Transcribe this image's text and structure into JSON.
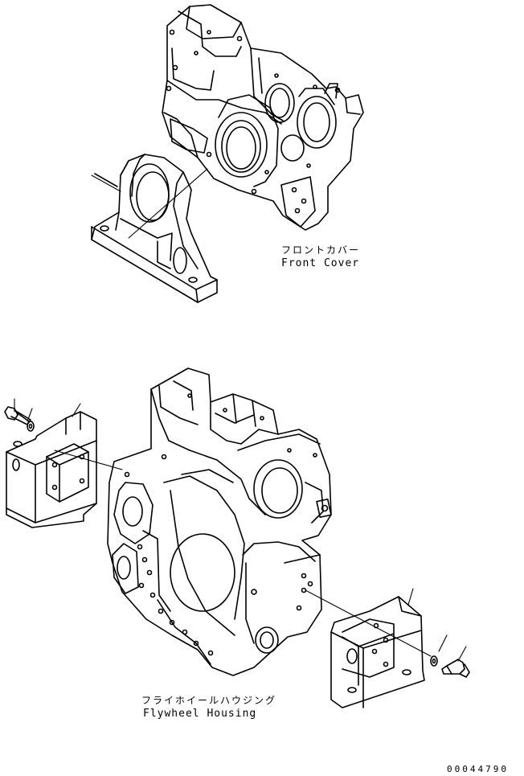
{
  "labels": {
    "front_cover_jp": "フロントカバー",
    "front_cover_en": "Front Cover",
    "flywheel_housing_jp": "フライホイールハウジング",
    "flywheel_housing_en": "Flywheel Housing",
    "drawing_number": "00044790"
  },
  "colors": {
    "line": "#000000",
    "background": "#ffffff"
  }
}
